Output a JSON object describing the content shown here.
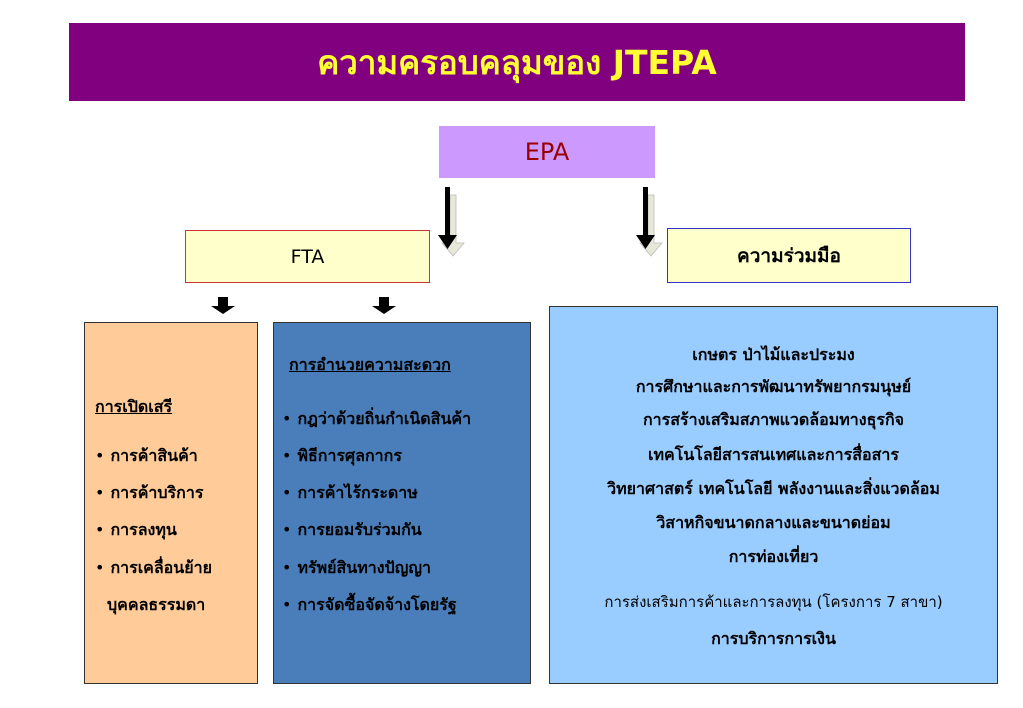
{
  "title": "ความครอบคลุมของ JTEPA",
  "epa_label": "EPA",
  "fta_label": "FTA",
  "cooperation_label": "ความร่วมมือ",
  "liberalization": {
    "heading": "การเปิดเสรี",
    "items": [
      "การค้าสินค้า",
      "การค้าบริการ",
      "การลงทุน",
      "การเคลื่อนย้าย"
    ],
    "continuation": "บุคคลธรรมดา"
  },
  "facilitation": {
    "heading": "การอำนวยความสะดวก",
    "items": [
      "กฎว่าด้วยถิ่นกำเนิดสินค้า",
      "พิธีการศุลกากร",
      "การค้าไร้กระดาษ",
      "การยอมรับร่วมกัน",
      "ทรัพย์สินทางปัญญา",
      "การจัดซื้อจัดจ้างโดยรัฐ"
    ]
  },
  "cooperation_areas": [
    "เกษตร ป่าไม้และประมง",
    "การศึกษาและการพัฒนาทรัพยากรมนุษย์",
    "การสร้างเสริมสภาพแวดล้อมทางธุรกิจ",
    "เทคโนโลยีสารสนเทศและการสื่อสาร",
    "วิทยาศาสตร์ เทคโนโลยี พลังงานและสิ่งแวดล้อม",
    "วิสาหกิจขนาดกลางและขนาดย่อม",
    "การท่องเที่ยว",
    "การส่งเสริมการค้าและการลงทุน (โครงการ 7 สาขา)",
    "การบริการการเงิน"
  ],
  "colors": {
    "title_bg": "#800080",
    "title_text": "#ffff33",
    "epa_bg": "#cc99ff",
    "epa_text": "#990000",
    "fta_bg": "#ffffcc",
    "liberalization_bg": "#ffcc99",
    "facilitation_bg": "#4a7ebb",
    "cooperation_bg": "#99ccff"
  }
}
